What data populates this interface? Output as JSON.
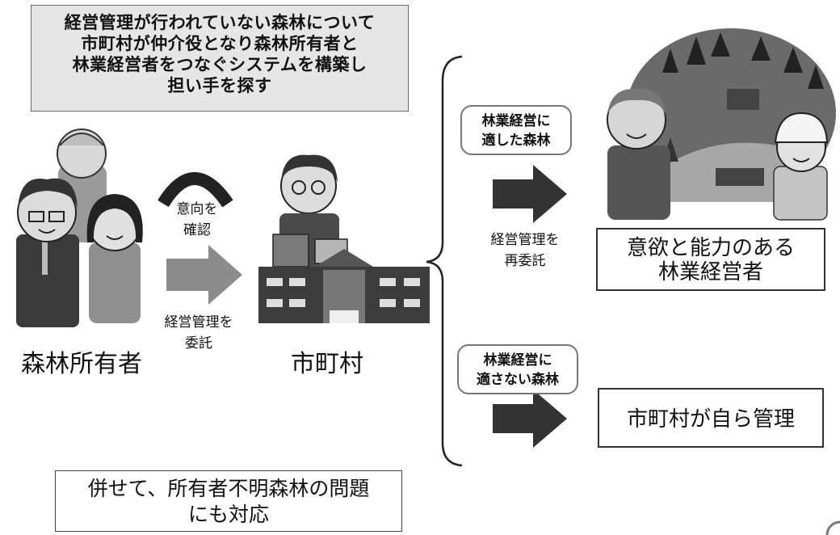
{
  "header": {
    "lines": [
      "経営管理が行われていない森林について",
      "市町村が仲介役となり森林所有者と",
      "林業経営者をつなぐシステムを構築し",
      "担い手を探す"
    ]
  },
  "left": {
    "owner_label": "森林所有者",
    "confirm_lines": [
      "意向を",
      "確認"
    ],
    "entrust_lines": [
      "経営管理を",
      "委託"
    ],
    "municipality_label": "市町村"
  },
  "branches": {
    "suitable": {
      "tag_lines": [
        "林業経営に",
        "適した森林"
      ],
      "reentrust_lines": [
        "経営管理を",
        "再委託"
      ],
      "result_lines": [
        "意欲と能力のある",
        "林業経営者"
      ]
    },
    "unsuitable": {
      "tag_lines": [
        "林業経営に",
        "適さない森林"
      ],
      "result": "市町村が自ら管理"
    }
  },
  "footer": {
    "lines": [
      "併せて、所有者不明森林の問題",
      "にも対応"
    ]
  },
  "colors": {
    "arrow_dark": "#333333",
    "arrow_gray": "#8c8c8c",
    "box_fill": "#e6e6e6"
  }
}
